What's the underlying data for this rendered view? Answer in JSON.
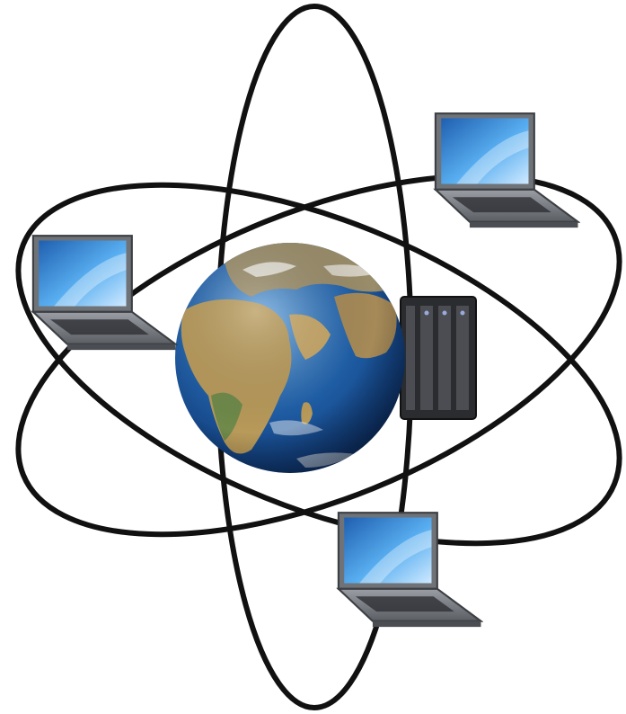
{
  "diagram": {
    "center": {
      "icon": "globe-icon"
    },
    "server": {
      "icon": "server-rack-icon"
    },
    "laptops": [
      {
        "icon": "laptop-icon",
        "position": "left"
      },
      {
        "icon": "laptop-icon",
        "position": "top-right"
      },
      {
        "icon": "laptop-icon",
        "position": "bottom"
      }
    ],
    "orbits": 3
  },
  "colors": {
    "orbit": "#111111",
    "ocean": "#1f5fa8",
    "land": "#b89a5a",
    "screen": "#3f8fd8",
    "laptop_body": "#7a7d82",
    "server": "#2b2c2f"
  }
}
